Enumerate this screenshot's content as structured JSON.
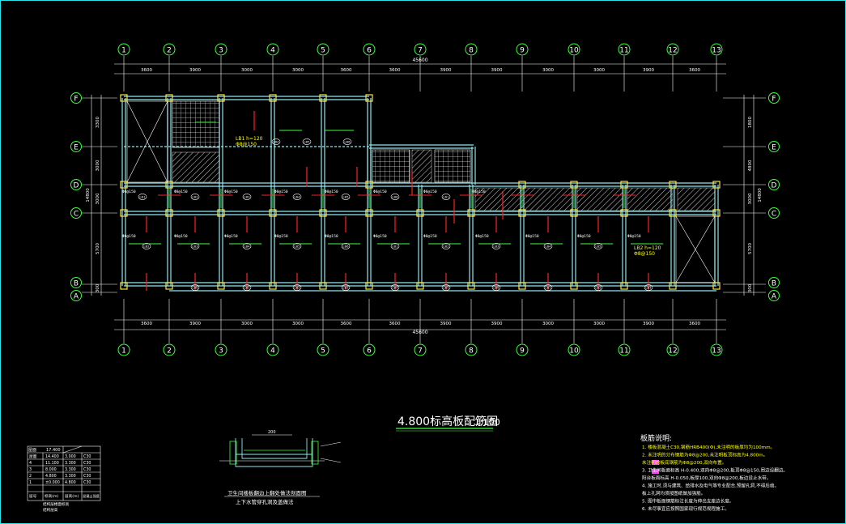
{
  "drawing": {
    "title": "4.800标高板配筋图",
    "scale": "1:100"
  },
  "grid": {
    "columns": [
      "1",
      "2",
      "3",
      "4",
      "5",
      "6",
      "7",
      "8",
      "9",
      "10",
      "11",
      "12",
      "13"
    ],
    "rows": [
      "F",
      "E",
      "D",
      "C",
      "B",
      "A"
    ],
    "top_spacings": [
      "3600",
      "3900",
      "3000",
      "3000",
      "3600",
      "3600",
      "3900",
      "3900",
      "3000",
      "3000",
      "3900",
      "3600"
    ],
    "bottom_spacings": [
      "3600",
      "3900",
      "3000",
      "3000",
      "3600",
      "3600",
      "3900",
      "3900",
      "3000",
      "3000",
      "3900",
      "3600"
    ],
    "overall_length_top": "45600",
    "overall_length_bottom": "45600",
    "left_spacings": [
      "3300",
      "3000",
      "3000",
      "5700",
      "300"
    ],
    "left_total": "14800",
    "right_spacings": [
      "1800",
      "4800",
      "3000",
      "5700",
      "300"
    ],
    "right_total": "14800"
  },
  "labels": {
    "slab_marks": [
      "LB1",
      "LB2",
      "LB3",
      "LB4",
      "LB5",
      "LB6"
    ],
    "rebar_sample": "Φ8@150",
    "annotation_a": "LB1 h=120",
    "annotation_b": "LB2 h=120"
  },
  "floor_table": {
    "header": [
      "屋面",
      "17.400"
    ],
    "rows": [
      [
        "屋面",
        "14.400",
        "3.000",
        "C30"
      ],
      [
        "4",
        "11.100",
        "3.300",
        "C30"
      ],
      [
        "3",
        "8.000",
        "3.300",
        "C30"
      ],
      [
        "2",
        "4.800",
        "3.300",
        "C30"
      ],
      [
        "1",
        "±0.000",
        "4.800",
        "C30"
      ]
    ],
    "footer": [
      "层号",
      "标高(m)",
      "层高(m)",
      "混凝土强度"
    ],
    "caption": "结构层楼面标高",
    "caption2": "结构层高"
  },
  "detail": {
    "caption1": "卫生间楼板翻边上翻处做法剖面图",
    "caption2": "上下水管穿孔洞及盖做法",
    "dim": "200"
  },
  "notes": {
    "heading": "板筋说明:",
    "lines": [
      "1. 楼板混凝土C30,钢筋HRB400(Φ),未注明的板厚均为100mm。",
      "2. 未注明的分布钢筋为Φ8@200,未注明板顶标高为4.800m。",
      "未注明的板底钢筋为Φ8@200,双向布置。",
      "3.       卫生间板面标高 H-0.400,双向Φ8@200,板顶Φ8@150,周边设翻边。",
      "          阳台板面标高 H-0.050,板厚100,双向Φ8@200,板边设止水带。",
      "4. 施工时,须与建筑、给排水及电气等专业配合,预留孔洞,不得后凿。",
      "    板上孔洞均须按图纸做加强筋。",
      "5. 图中板面钢筋标注长度为伸出支座边长度。",
      "6. 未尽事宜应按照国家现行规范规程施工。"
    ]
  },
  "colors": {
    "frame": "#2ae3e8",
    "grid_line": "#ffffff",
    "axis_circle": "#3cff3c",
    "beam": "#8ee8ef",
    "rebar_red": "#ff2020",
    "rebar_green": "#3cff3c",
    "hatch": "#cfcfcf",
    "column": "#ffe14a",
    "text_yellow": "#ffff00",
    "magenta": "#ff40ff"
  }
}
